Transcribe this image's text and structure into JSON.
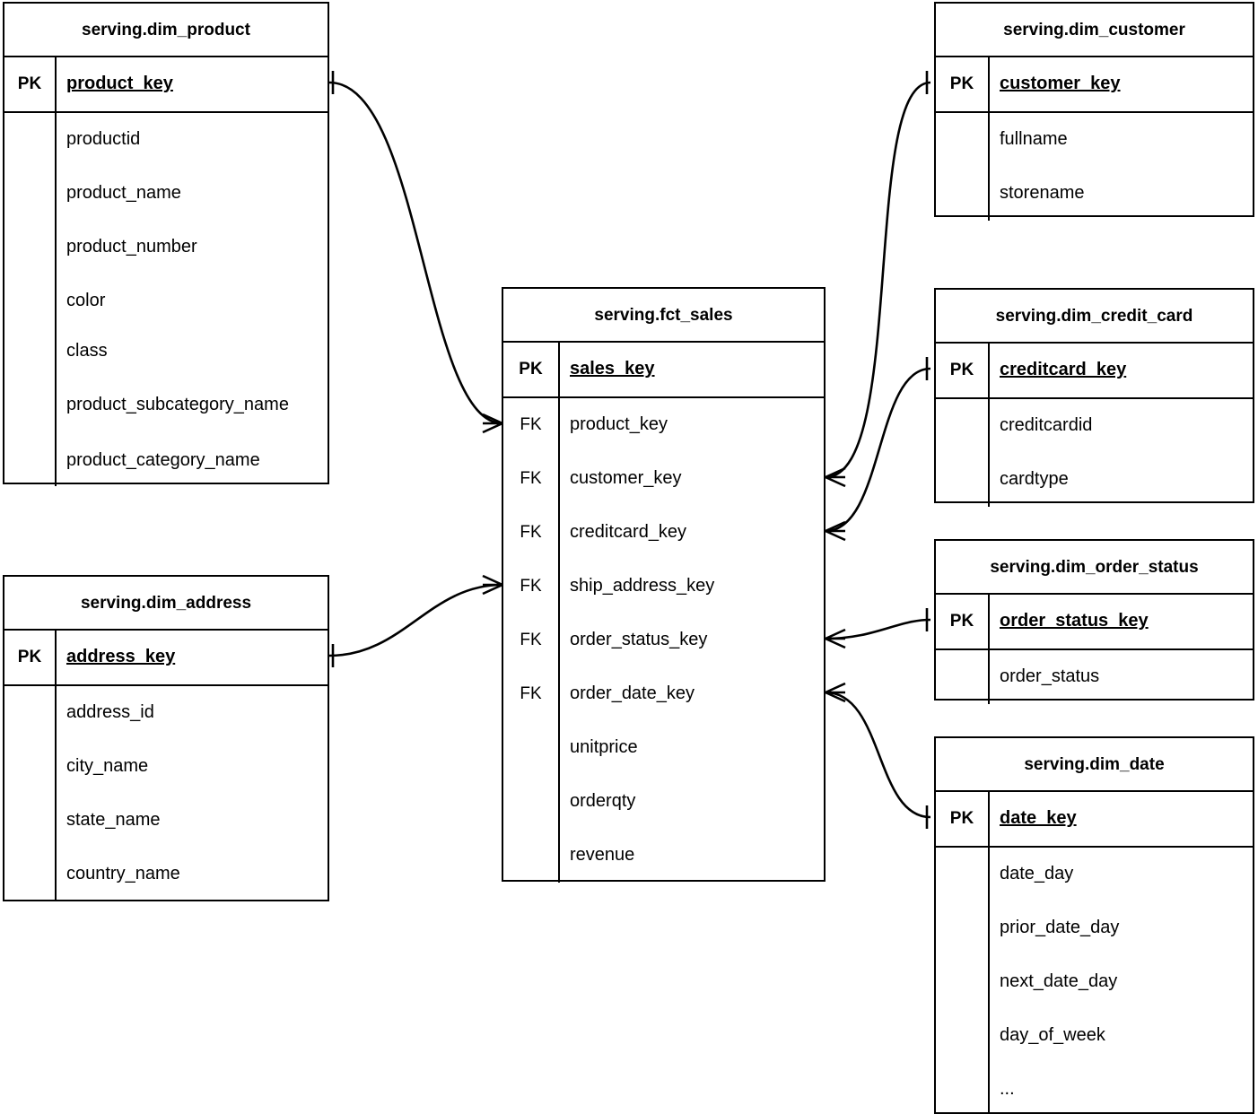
{
  "diagram": {
    "type": "entity-relationship-diagram",
    "notation": "crow's foot",
    "background_color": "#ffffff",
    "line_color": "#000000",
    "entity_count": 7,
    "relationship_count": 6
  },
  "entities": [
    {
      "id": "dim_product",
      "title": "serving.dim_product",
      "pk": {
        "key": "PK",
        "name": "product_key"
      },
      "fields": [
        {
          "key": "",
          "name": "productid"
        },
        {
          "key": "",
          "name": "product_name"
        },
        {
          "key": "",
          "name": "product_number"
        },
        {
          "key": "",
          "name": "color"
        },
        {
          "key": "",
          "name": "class"
        },
        {
          "key": "",
          "name": "product_subcategory_name"
        },
        {
          "key": "",
          "name": "product_category_name"
        }
      ]
    },
    {
      "id": "dim_address",
      "title": "serving.dim_address",
      "pk": {
        "key": "PK",
        "name": "address_key"
      },
      "fields": [
        {
          "key": "",
          "name": "address_id"
        },
        {
          "key": "",
          "name": "city_name"
        },
        {
          "key": "",
          "name": "state_name"
        },
        {
          "key": "",
          "name": "country_name"
        }
      ]
    },
    {
      "id": "fct_sales",
      "title": "serving.fct_sales",
      "pk": {
        "key": "PK",
        "name": "sales_key"
      },
      "fields": [
        {
          "key": "FK",
          "name": "product_key"
        },
        {
          "key": "FK",
          "name": "customer_key"
        },
        {
          "key": "FK",
          "name": "creditcard_key"
        },
        {
          "key": "FK",
          "name": "ship_address_key"
        },
        {
          "key": "FK",
          "name": "order_status_key"
        },
        {
          "key": "FK",
          "name": "order_date_key"
        },
        {
          "key": "",
          "name": "unitprice"
        },
        {
          "key": "",
          "name": "orderqty"
        },
        {
          "key": "",
          "name": "revenue"
        }
      ]
    },
    {
      "id": "dim_customer",
      "title": "serving.dim_customer",
      "pk": {
        "key": "PK",
        "name": "customer_key"
      },
      "fields": [
        {
          "key": "",
          "name": "fullname"
        },
        {
          "key": "",
          "name": "storename"
        }
      ]
    },
    {
      "id": "dim_credit_card",
      "title": "serving.dim_credit_card",
      "pk": {
        "key": "PK",
        "name": "creditcard_key"
      },
      "fields": [
        {
          "key": "",
          "name": "creditcardid"
        },
        {
          "key": "",
          "name": "cardtype"
        }
      ]
    },
    {
      "id": "dim_order_status",
      "title": "serving.dim_order_status",
      "pk": {
        "key": "PK",
        "name": "order_status_key"
      },
      "fields": [
        {
          "key": "",
          "name": "order_status"
        }
      ]
    },
    {
      "id": "dim_date",
      "title": "serving.dim_date",
      "pk": {
        "key": "PK",
        "name": "date_key"
      },
      "fields": [
        {
          "key": "",
          "name": "date_day"
        },
        {
          "key": "",
          "name": "prior_date_day"
        },
        {
          "key": "",
          "name": "next_date_day"
        },
        {
          "key": "",
          "name": "day_of_week"
        },
        {
          "key": "",
          "name": "..."
        }
      ]
    }
  ],
  "relationships": [
    {
      "from": "dim_product",
      "from_field": "product_key",
      "to": "fct_sales",
      "to_field": "product_key",
      "from_cardinality": "one",
      "to_cardinality": "many"
    },
    {
      "from": "dim_address",
      "from_field": "address_key",
      "to": "fct_sales",
      "to_field": "ship_address_key",
      "from_cardinality": "one",
      "to_cardinality": "many"
    },
    {
      "from": "dim_customer",
      "from_field": "customer_key",
      "to": "fct_sales",
      "to_field": "customer_key",
      "from_cardinality": "one",
      "to_cardinality": "many"
    },
    {
      "from": "dim_credit_card",
      "from_field": "creditcard_key",
      "to": "fct_sales",
      "to_field": "creditcard_key",
      "from_cardinality": "one",
      "to_cardinality": "many"
    },
    {
      "from": "dim_order_status",
      "from_field": "order_status_key",
      "to": "fct_sales",
      "to_field": "order_status_key",
      "from_cardinality": "one",
      "to_cardinality": "many"
    },
    {
      "from": "dim_date",
      "from_field": "date_key",
      "to": "fct_sales",
      "to_field": "order_date_key",
      "from_cardinality": "one",
      "to_cardinality": "many"
    }
  ]
}
